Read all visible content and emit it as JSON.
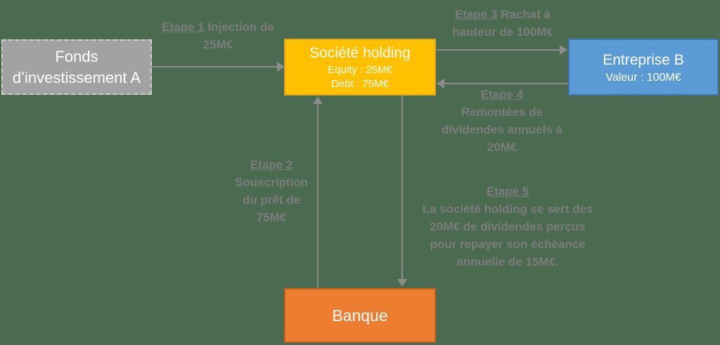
{
  "canvas": {
    "background_color": "#4A6B4F",
    "label_color": "#7C7C7C",
    "arrow_color": "#8D8D8D"
  },
  "nodes": {
    "fund": {
      "title": "Fonds d’investissement A",
      "fill": "#A2A2A2",
      "text_color": "#FFFFFF"
    },
    "holding": {
      "title": "Société holding",
      "equity": "Equity : 25M€",
      "debt": "Debt : 75M€",
      "fill": "#FFC000",
      "border": "#DFA518",
      "text_color": "#FFFFFF"
    },
    "target": {
      "title": "Entreprise B",
      "value": "Valeur : 100M€",
      "fill": "#5B9BD5",
      "border": "#3E76AD",
      "text_color": "#FFFFFF"
    },
    "bank": {
      "title": "Banque",
      "fill": "#ED7D31",
      "border": "#C35F1B",
      "text_color": "#FFFFFF"
    }
  },
  "labels": {
    "etape1": {
      "step": "Etape 1",
      "text": "Injection de 25M€"
    },
    "etape2": {
      "step": "Etape 2",
      "text": "Souscription du prêt de 75M€"
    },
    "etape3": {
      "step": "Etape 3",
      "text": "Rachat à hauteur de 100M€"
    },
    "etape4": {
      "step": "Etape 4",
      "text": "Remontées de dividendes annuels à 20M€"
    },
    "etape5": {
      "step": "Etape 5",
      "text": "La société holding se sert des 20M€ de dividendes perçus pour repayer son échéance annuelle de 15M€."
    }
  }
}
